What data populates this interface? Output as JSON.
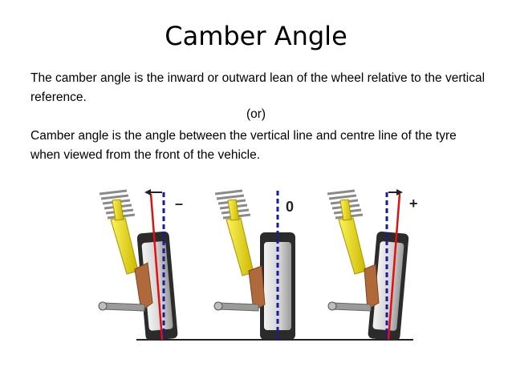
{
  "slide": {
    "title": "Camber Angle",
    "definition_1": "The camber angle is the inward or outward lean of the wheel relative to the vertical reference.",
    "or_text": "(or)",
    "definition_2": "Camber angle is the angle between the vertical line and centre line of the tyre when viewed from the front of the vehicle."
  },
  "figure": {
    "labels": [
      "–",
      "0",
      "+"
    ],
    "colors": {
      "tyre": "#2b2b2b",
      "rim": "#c9c9c9",
      "strut": "#e8d800",
      "spring": "#9a9a9a",
      "knuckle": "#b0693a",
      "vertical_line": "#1a1aa0",
      "tyre_centre_line": "#e01010"
    }
  }
}
